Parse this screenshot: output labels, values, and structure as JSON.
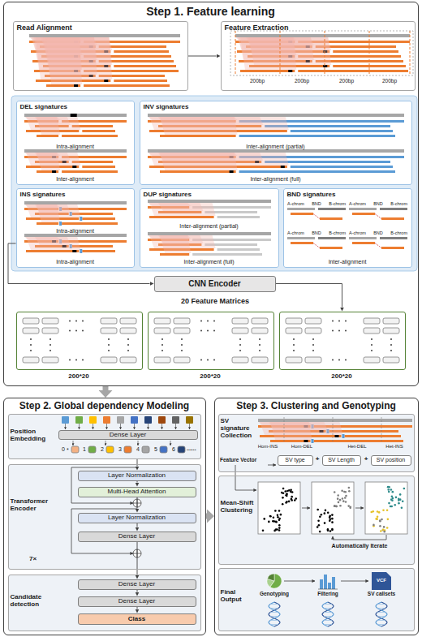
{
  "diagram": {
    "nodes": [
      {
        "text": [
          "Step 1. Feature learning"
        ]
      },
      {
        "text": [
          "Read Alignment"
        ],
        "in": 0
      },
      {
        "text": [
          "Feature Extraction"
        ],
        "in": 0
      },
      {
        "text": [
          "DEL signatures",
          "Intra-alignment",
          "Inter-alignment"
        ],
        "in": 0
      },
      {
        "text": [
          "INS signatures",
          "Intra-alignment",
          "Intra-alignment"
        ],
        "in": 0
      },
      {
        "text": [
          "INV signatures",
          "Inter-alignment (partial)",
          "Inter-alignment (full)"
        ],
        "in": 0
      },
      {
        "text": [
          "DUP signatures",
          "Inter-alignment (partial)",
          "Inter-alignment (full)"
        ],
        "in": 0
      },
      {
        "text": [
          "BND signatures",
          "Inter-alignment"
        ],
        "in": 0
      },
      {
        "text": [
          "CNN Encoder"
        ],
        "in": 0
      },
      {
        "text": [
          "200*20"
        ],
        "in": 0
      },
      {
        "text": [
          "200*20"
        ],
        "in": 0
      },
      {
        "text": [
          "200*20"
        ],
        "in": 0
      },
      {
        "text": [
          "Step 2. Global dependency Modeling"
        ]
      },
      {
        "text": [
          "Position Embedding"
        ],
        "in": 12
      },
      {
        "text": [
          "Dense Layer"
        ],
        "in": 13
      },
      {
        "text": [
          "Transformer Encoder"
        ],
        "in": 12
      },
      {
        "text": [
          "Layer Normalization"
        ],
        "in": 15
      },
      {
        "text": [
          "Multi-Head Attention"
        ],
        "in": 15
      },
      {
        "text": [
          "Layer Normalization"
        ],
        "in": 15
      },
      {
        "text": [
          "Dense Layer"
        ],
        "in": 15
      },
      {
        "text": [
          "Candidate detection"
        ],
        "in": 12
      },
      {
        "text": [
          "Dense Layer"
        ],
        "in": 20
      },
      {
        "text": [
          "Dense Layer"
        ],
        "in": 20
      },
      {
        "text": [
          "Class"
        ],
        "in": 20
      },
      {
        "text": [
          "Step 3. Clustering and Genotyping"
        ]
      },
      {
        "text": [
          "SV signature Collection"
        ],
        "in": 24
      },
      {
        "text": [
          "SV type"
        ],
        "in": 25
      },
      {
        "text": [
          "SV Length"
        ],
        "in": 25
      },
      {
        "text": [
          "SV position"
        ],
        "in": 25
      },
      {
        "text": [
          "Mean-Shift Clustering"
        ],
        "in": 24
      },
      {
        "text": [
          "Final Output"
        ],
        "in": 24
      }
    ],
    "edges": [
      {
        "from": 1,
        "to": 2,
        "arrow": "to"
      },
      {
        "from": 4,
        "to": 8,
        "arrow": "to"
      },
      {
        "from": 8,
        "to": 11,
        "arrow": "to"
      },
      {
        "from": 0,
        "to": 12,
        "arrow": "to"
      },
      {
        "from": 12,
        "to": 24,
        "arrow": "to"
      },
      {
        "from": 13,
        "to": 16,
        "arrow": "to"
      },
      {
        "from": 16,
        "to": 17,
        "arrow": "to"
      },
      {
        "from": 17,
        "to": 18,
        "arrow": "to"
      },
      {
        "from": 18,
        "to": 19,
        "arrow": "to"
      },
      {
        "from": 19,
        "to": 21,
        "arrow": "to"
      },
      {
        "from": 21,
        "to": 22,
        "arrow": "to"
      },
      {
        "from": 22,
        "to": 23,
        "arrow": "to"
      }
    ],
    "labels": [
      "200bp",
      "200bp",
      "200bp",
      "200bp",
      "20 Feature Matrices",
      "A-chrom",
      "BND",
      "B-chrom",
      "A-chrom",
      "BND",
      "B-chrom",
      "A-chrom",
      "BND",
      "B-chrom",
      "A-chrom",
      "BND",
      "B-chrom",
      "0",
      "*",
      "1",
      "2",
      "3",
      "4",
      "5",
      "6",
      "......",
      "7×",
      "Hom-INS",
      "Hom-DEL",
      "Het-DEL",
      "Het-INS",
      "Feature Vector",
      "+",
      "+",
      "Automatically Iterate",
      "Genotyping",
      "Filtering",
      "SV callsets",
      "VCF"
    ]
  }
}
